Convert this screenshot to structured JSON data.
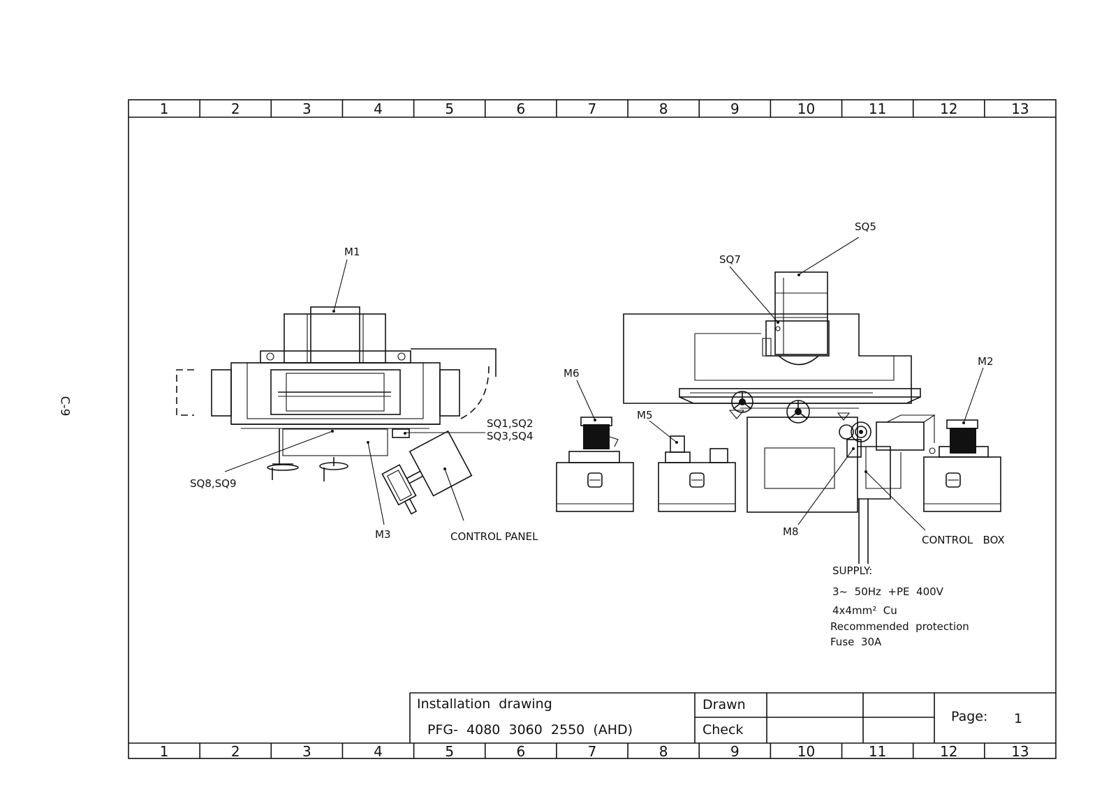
{
  "page_side_label": "C-9",
  "grid": {
    "top": [
      "1",
      "2",
      "3",
      "4",
      "5",
      "6",
      "7",
      "8",
      "9",
      "10",
      "11",
      "12",
      "13"
    ],
    "bottom": [
      "1",
      "2",
      "3",
      "4",
      "5",
      "6",
      "7",
      "8",
      "9",
      "10",
      "11",
      "12",
      "13"
    ]
  },
  "labels": {
    "m1": "M1",
    "sq8_sq9": "SQ8,SQ9",
    "m3": "M3",
    "sq1_sq2": "SQ1,SQ2",
    "sq3_sq4": "SQ3,SQ4",
    "control_panel": "CONTROL PANEL",
    "sq5": "SQ5",
    "sq7": "SQ7",
    "m6": "M6",
    "m5": "M5",
    "m2": "M2",
    "m8": "M8",
    "control_box": "CONTROL   BOX"
  },
  "supply": {
    "title": "SUPPLY:",
    "line1": "3~  50Hz  +PE  400V",
    "line2": "4x4mm²  Cu",
    "line3": "Recommended  protection",
    "line4": "Fuse  30A"
  },
  "title_block": {
    "title": "Installation  drawing",
    "model": "PFG-  4080  3060  2550  (AHD)",
    "drawn": "Drawn",
    "check": "Check",
    "page_label": "Page:",
    "page_number": "1"
  }
}
